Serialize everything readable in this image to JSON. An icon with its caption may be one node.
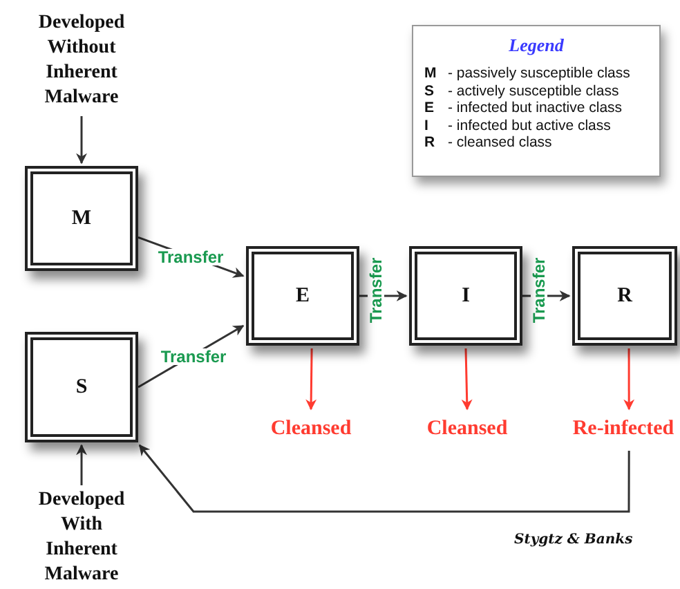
{
  "diagram": {
    "nodes": [
      {
        "text": [
          "Developed Without Inherent Malware"
        ]
      },
      {
        "text": [
          "M"
        ]
      },
      {
        "text": [
          "S"
        ]
      },
      {
        "text": [
          "E"
        ]
      },
      {
        "text": [
          "I"
        ]
      },
      {
        "text": [
          "R"
        ]
      },
      {
        "text": [
          "Cleansed"
        ]
      },
      {
        "text": [
          "Cleansed"
        ]
      },
      {
        "text": [
          "Re-infected"
        ]
      },
      {
        "text": [
          "Developed With Inherent Malware"
        ]
      }
    ],
    "edges": [
      {
        "from": 0,
        "to": 1,
        "arrow": "to"
      },
      {
        "from": 1,
        "to": 3,
        "arrow": "to",
        "label": "Transfer"
      },
      {
        "from": 2,
        "to": 3,
        "arrow": "to",
        "label": "Transfer"
      },
      {
        "from": 3,
        "to": 4,
        "arrow": "to",
        "label": "Transfer"
      },
      {
        "from": 4,
        "to": 5,
        "arrow": "to",
        "label": "Transfer"
      },
      {
        "from": 3,
        "to": 6,
        "arrow": "to",
        "color": "#ff3b30"
      },
      {
        "from": 4,
        "to": 7,
        "arrow": "to",
        "color": "#ff3b30"
      },
      {
        "from": 5,
        "to": 8,
        "arrow": "to",
        "color": "#ff3b30"
      },
      {
        "from": 8,
        "to": 2,
        "arrow": "to"
      },
      {
        "from": 9,
        "to": 2,
        "arrow": "to"
      }
    ],
    "labels": [
      "Legend",
      "M",
      "- passively susceptible class",
      "S",
      "- actively susceptible class",
      "E",
      "- infected but inactive class",
      "I",
      "- infected but active class",
      "R",
      "- cleansed class",
      "Stygtz & Banks"
    ]
  }
}
